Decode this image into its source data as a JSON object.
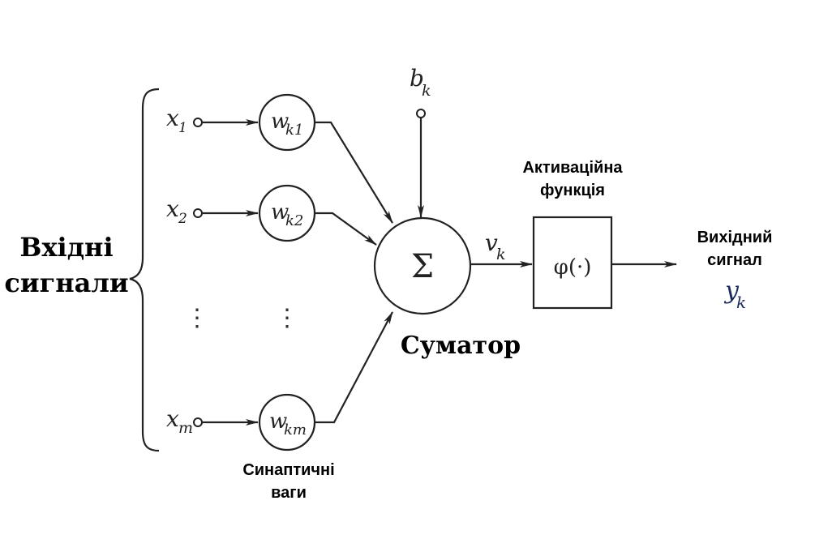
{
  "inputs": [
    {
      "var": "x",
      "sub": "1",
      "weight_var": "w",
      "weight_sub": "k1"
    },
    {
      "var": "x",
      "sub": "2",
      "weight_var": "w",
      "weight_sub": "k2"
    },
    {
      "var": "x",
      "sub": "m",
      "weight_var": "w",
      "weight_sub": "km"
    }
  ],
  "ellipsis": "⋮",
  "bias": {
    "var": "b",
    "sub": "k"
  },
  "summer": {
    "symbol": "Σ",
    "label": "Суматор"
  },
  "induced_field": {
    "var": "v",
    "sub": "k"
  },
  "activation": {
    "label_line1": "Активаційна",
    "label_line2": "функція",
    "symbol": "φ(·)"
  },
  "output": {
    "label_line1": "Вихідний",
    "label_line2": "сигнал",
    "var": "y",
    "sub": "k",
    "color": "#1a2a5a"
  },
  "input_group": {
    "label_line1": "Вхідні",
    "label_line2": "сигнали"
  },
  "weights_caption": {
    "line1": "Синаптичні",
    "line2": "ваги"
  }
}
